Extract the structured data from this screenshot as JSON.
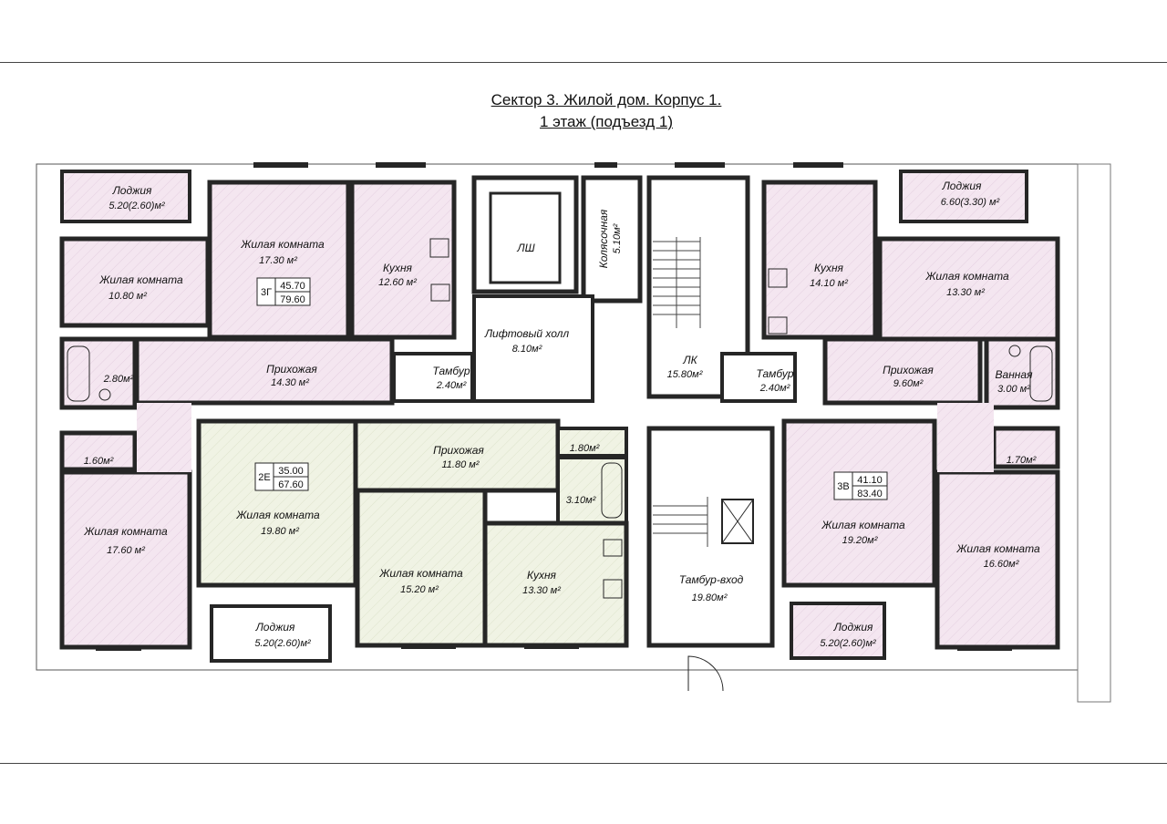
{
  "title": {
    "line1": "Сектор 3. Жилой дом. Корпус 1.",
    "line2": "1 этаж (подъезд 1)"
  },
  "rooms": [
    {
      "id": "loggia-tl",
      "label": "Лоджия",
      "area": "5.20(2.60)м²"
    },
    {
      "id": "living-l1",
      "label": "Жилая комната",
      "area": "10.80 м²"
    },
    {
      "id": "living-l2",
      "label": "Жилая комната",
      "area": "17.30 м²"
    },
    {
      "id": "kitchen-l",
      "label": "Кухня",
      "area": "12.60 м²"
    },
    {
      "id": "hall-l",
      "label": "Прихожая",
      "area": "14.30 м²"
    },
    {
      "id": "bath-l",
      "label": "",
      "area": "2.80м²"
    },
    {
      "id": "wc-l",
      "label": "",
      "area": "1.60м²"
    },
    {
      "id": "living-l3",
      "label": "Жилая комната",
      "area": "17.60 м²"
    },
    {
      "id": "tambour-l",
      "label": "Тамбур",
      "area": "2.40м²"
    },
    {
      "id": "lift-shaft",
      "label": "ЛШ",
      "area": ""
    },
    {
      "id": "stroller",
      "label": "Колясочная",
      "area": "5.10м²"
    },
    {
      "id": "lift-hall",
      "label": "Лифтовый холл",
      "area": "8.10м²"
    },
    {
      "id": "stairs",
      "label": "ЛК",
      "area": "15.80м²"
    },
    {
      "id": "tambour-r",
      "label": "Тамбур",
      "area": "2.40м²"
    },
    {
      "id": "kitchen-r",
      "label": "Кухня",
      "area": "14.10 м²"
    },
    {
      "id": "loggia-tr",
      "label": "Лоджия",
      "area": "6.60(3.30) м²"
    },
    {
      "id": "living-r1",
      "label": "Жилая комната",
      "area": "13.30 м²"
    },
    {
      "id": "hall-r",
      "label": "Прихожая",
      "area": "9.60м²"
    },
    {
      "id": "bath-r",
      "label": "Ванная",
      "area": "3.00 м²"
    },
    {
      "id": "wc-r",
      "label": "",
      "area": "1.70м²"
    },
    {
      "id": "living-m1",
      "label": "Жилая комната",
      "area": "19.80 м²"
    },
    {
      "id": "hall-m",
      "label": "Прихожая",
      "area": "11.80 м²"
    },
    {
      "id": "wc-m",
      "label": "",
      "area": "1.80м²"
    },
    {
      "id": "bath-m",
      "label": "",
      "area": "3.10м²"
    },
    {
      "id": "living-m2",
      "label": "Жилая комната",
      "area": "15.20 м²"
    },
    {
      "id": "kitchen-m",
      "label": "Кухня",
      "area": "13.30 м²"
    },
    {
      "id": "loggia-bm",
      "label": "Лоджия",
      "area": "5.20(2.60)м²"
    },
    {
      "id": "entry",
      "label": "Тамбур-вход",
      "area": "19.80м²"
    },
    {
      "id": "living-r2",
      "label": "Жилая комната",
      "area": "19.20м²"
    },
    {
      "id": "living-r3",
      "label": "Жилая комната",
      "area": "16.60м²"
    },
    {
      "id": "loggia-br",
      "label": "Лоджия",
      "area": "5.20(2.60)м²"
    }
  ],
  "apartments": [
    {
      "code": "3Г",
      "living": "45.70",
      "total": "79.60"
    },
    {
      "code": "2Е",
      "living": "35.00",
      "total": "67.60"
    },
    {
      "code": "3В",
      "living": "41.10",
      "total": "83.40"
    }
  ],
  "colors": {
    "wall": "#262626",
    "pink": "#f3e4ef",
    "green": "#eef2e2",
    "white": "#ffffff"
  }
}
